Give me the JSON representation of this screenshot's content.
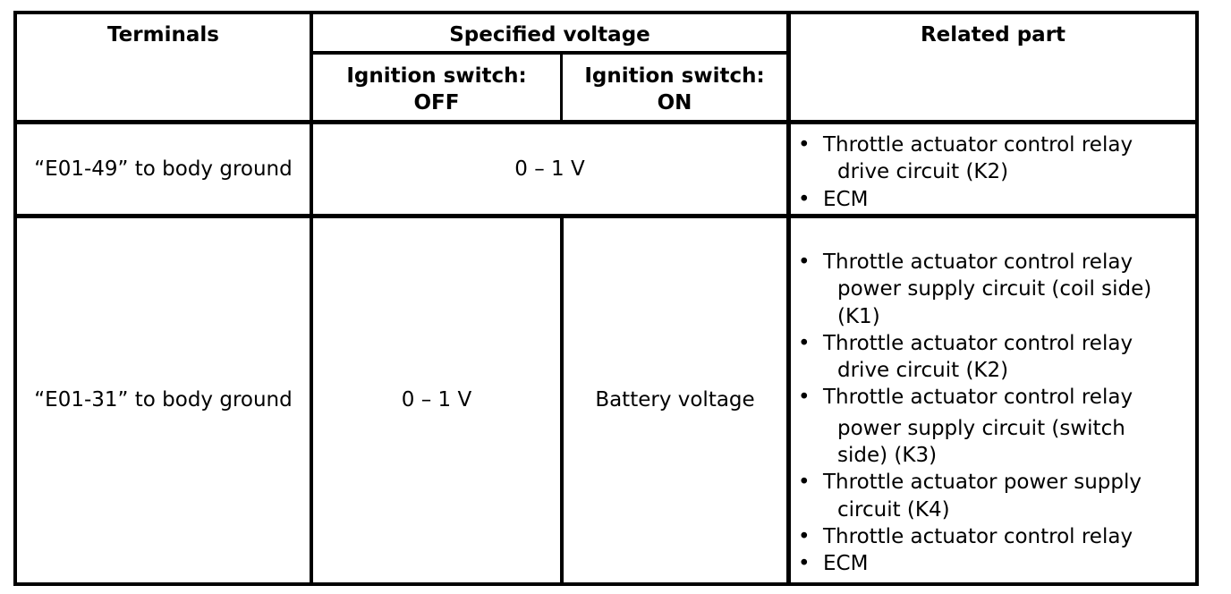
{
  "table": {
    "headers": {
      "terminals": "Terminals",
      "specified_voltage": "Specified voltage",
      "ign_off_line1": "Ignition switch:",
      "ign_off_line2": "OFF",
      "ign_on_line1": "Ignition switch:",
      "ign_on_line2": "ON",
      "related_part": "Related part"
    },
    "rows": [
      {
        "terminals": "“E01-49” to body ground",
        "voltage_merged": "0 – 1 V",
        "parts": [
          {
            "line1": "Throttle actuator control relay",
            "line2": "drive circuit (K2)"
          },
          {
            "line1": "ECM"
          }
        ]
      },
      {
        "terminals": "“E01-31” to body ground",
        "voltage_off": "0 – 1 V",
        "voltage_on": "Battery voltage",
        "parts": [
          {
            "line1": "Throttle actuator control relay",
            "line2": "power supply circuit (coil side)",
            "line3": "(K1)"
          },
          {
            "line1": "Throttle actuator control relay",
            "line2": "drive circuit (K2)"
          },
          {
            "line1": "Throttle actuator control relay",
            "line2": "power supply circuit (switch",
            "line3": "side) (K3)"
          },
          {
            "line1": "Throttle actuator power supply",
            "line2": "circuit (K4)"
          },
          {
            "line1": "Throttle actuator control relay"
          },
          {
            "line1": "ECM"
          }
        ]
      }
    ],
    "bullet": "•"
  }
}
